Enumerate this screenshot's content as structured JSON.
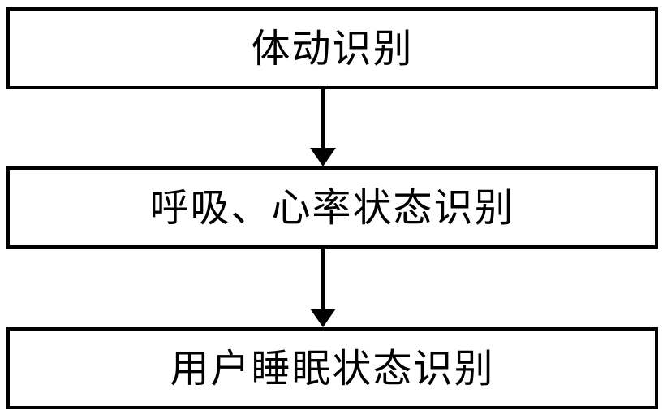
{
  "diagram": {
    "type": "flowchart",
    "direction": "top-down",
    "nodes": [
      {
        "id": "node-1",
        "label": "体动识别"
      },
      {
        "id": "node-2",
        "label": "呼吸、心率状态识别"
      },
      {
        "id": "node-3",
        "label": "用户睡眠状态识别"
      }
    ],
    "edges": [
      {
        "from": "node-1",
        "to": "node-2",
        "style": "solid",
        "arrowhead": "filled-triangle-down"
      },
      {
        "from": "node-2",
        "to": "node-3",
        "style": "solid",
        "arrowhead": "filled-triangle-down"
      }
    ],
    "colors": {
      "background": "#ffffff",
      "border": "#000000",
      "text": "#000000",
      "arrow": "#000000"
    }
  }
}
